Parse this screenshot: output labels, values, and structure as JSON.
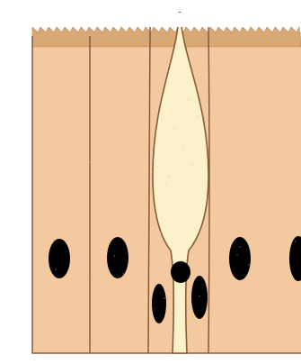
{
  "diagram": {
    "subject": "",
    "colors": {
      "background": "#ffffff",
      "cell_fill": "#f5c9a0",
      "cell_border": "#8a5a36",
      "microvilli": "#d9a877",
      "goblet_fill": "#fbf2cc",
      "goblet_border": "#8a5a36",
      "nucleus": "#000000"
    },
    "cells": [
      {
        "id": "columnar-cell-1",
        "type": "columnar"
      },
      {
        "id": "columnar-cell-2",
        "type": "columnar"
      },
      {
        "id": "goblet-cell",
        "type": "goblet"
      },
      {
        "id": "columnar-cell-3",
        "type": "columnar"
      },
      {
        "id": "columnar-cell-4",
        "type": "columnar"
      }
    ]
  }
}
